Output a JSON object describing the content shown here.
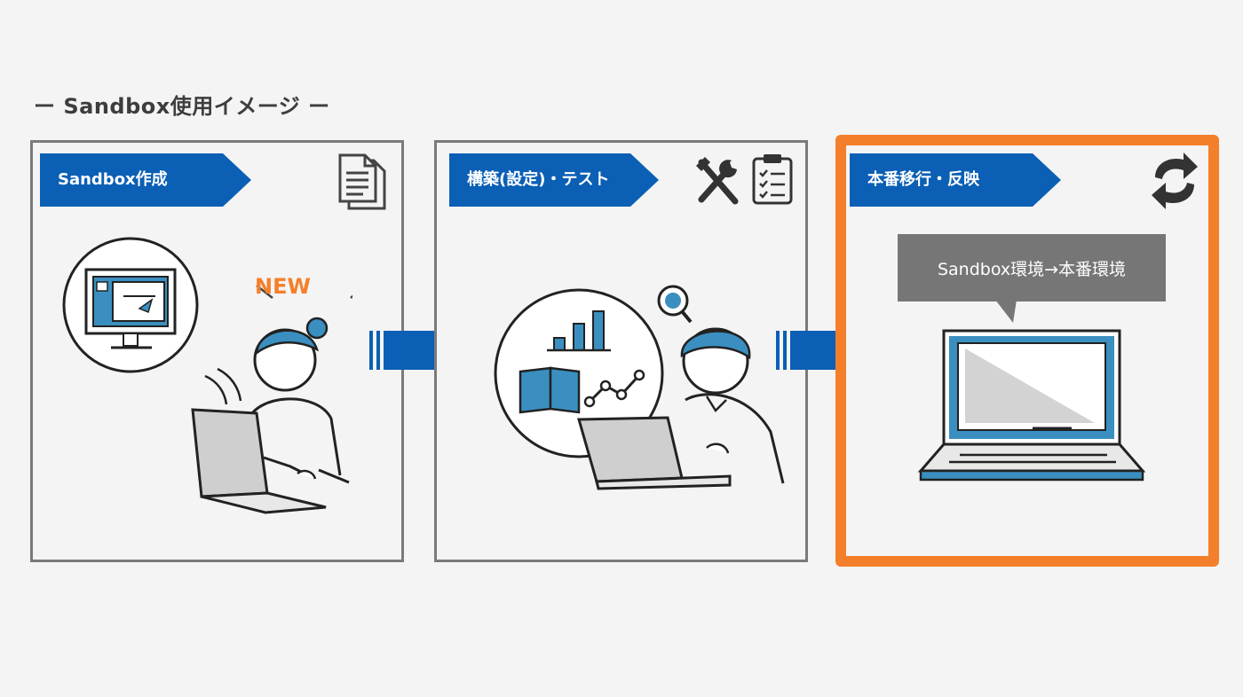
{
  "title": "ー Sandbox使用イメージ ー",
  "steps": [
    {
      "label": "Sandbox作成",
      "icon": "document-stack-icon",
      "badge": "NEW"
    },
    {
      "label": "構築(設定)・テスト",
      "icon": "tools-and-checklist-icon"
    },
    {
      "label": "本番移行・反映",
      "icon": "sync-arrows-icon",
      "callout": "Sandbox環境→本番環境"
    }
  ],
  "colors": {
    "step_tag": "#0b5fb5",
    "highlight_border": "#f47f2a",
    "panel_border": "#7a7a7a",
    "accent_illustration": "#3a8fc0",
    "callout_bg": "#767676"
  }
}
